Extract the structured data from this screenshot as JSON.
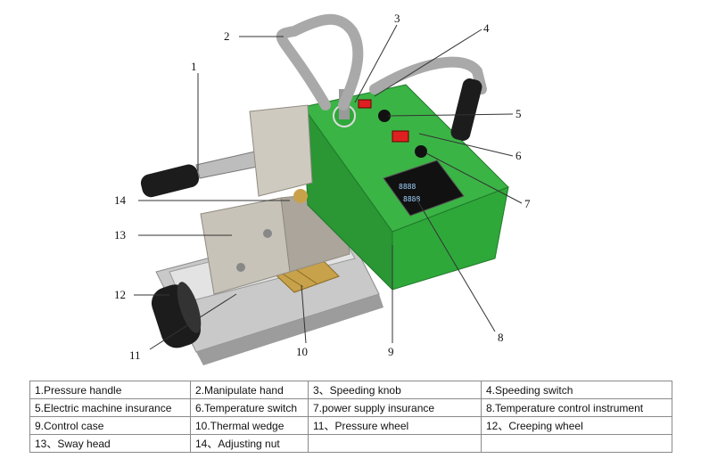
{
  "callouts": [
    "1",
    "2",
    "3",
    "4",
    "5",
    "6",
    "7",
    "8",
    "9",
    "10",
    "11",
    "12",
    "13",
    "14"
  ],
  "legend": [
    [
      "1.Pressure handle",
      "2.Manipulate hand",
      "3、Speeding knob",
      "4.Speeding switch"
    ],
    [
      "5.Electric machine insurance",
      "6.Temperature switch",
      "7.power supply insurance",
      "8.Temperature control instrument"
    ],
    [
      "9.Control case",
      "10.Thermal wedge",
      "11、Pressure wheel",
      "12、Creeping wheel"
    ],
    [
      "13、Sway head",
      "14、Adjusting nut",
      "",
      ""
    ]
  ],
  "display": {
    "row1": "8888",
    "row2": "8888"
  },
  "colors": {
    "case_green": "#2fa83a",
    "metal": "#b9b9b9",
    "handle_black": "#1c1c1c",
    "brass": "#c8a24a"
  }
}
